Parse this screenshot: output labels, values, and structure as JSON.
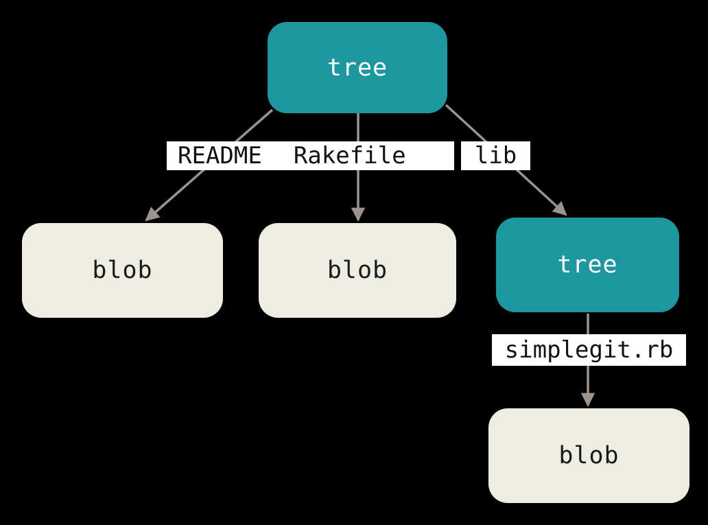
{
  "diagram": {
    "background_color": "#000000",
    "colors": {
      "tree_node_fill": "#1e96a0",
      "tree_node_text": "#ffffff",
      "blob_node_fill": "#eeede4",
      "blob_node_text": "#1a1a1a",
      "edge_line": "#9c948c",
      "edge_label_bg": "#ffffff",
      "edge_label_text": "#111111"
    },
    "nodes": [
      {
        "id": "tree-root",
        "type": "tree",
        "label": "tree"
      },
      {
        "id": "blob-left",
        "type": "blob",
        "label": "blob"
      },
      {
        "id": "blob-middle",
        "type": "blob",
        "label": "blob"
      },
      {
        "id": "tree-lib",
        "type": "tree",
        "label": "tree"
      },
      {
        "id": "blob-bottom",
        "type": "blob",
        "label": "blob"
      }
    ],
    "edges": [
      {
        "from": "tree-root",
        "to": "blob-left",
        "label": "README"
      },
      {
        "from": "tree-root",
        "to": "blob-middle",
        "label": "Rakefile"
      },
      {
        "from": "tree-root",
        "to": "tree-lib",
        "label": "lib"
      },
      {
        "from": "tree-lib",
        "to": "blob-bottom",
        "label": "simplegit.rb"
      }
    ]
  }
}
